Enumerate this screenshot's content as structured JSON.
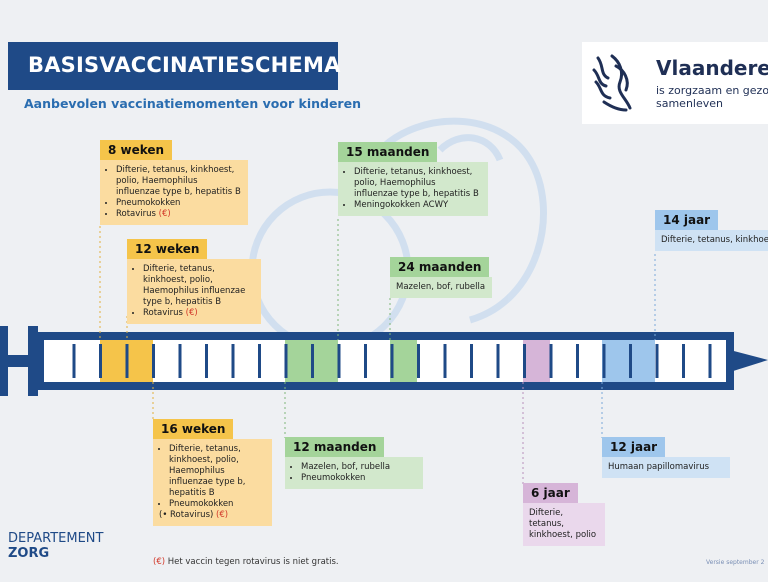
{
  "title": "BASISVACCINATIESCHEMA",
  "subtitle": "Aanbevolen vaccinatiemomenten voor kinderen",
  "logo": {
    "name": "Vlaanderen",
    "tagline": "is zorgzaam en gezond samenleven"
  },
  "milestones": {
    "w8": {
      "label": "8 weken",
      "items": [
        "Difterie, tetanus, kinkhoest, polio, Haemophilus influenzae type b, hepatitis B",
        "Pneumokokken",
        "Rotavirus"
      ],
      "note": "(€)"
    },
    "w12": {
      "label": "12 weken",
      "items": [
        "Difterie, tetanus, kinkhoest, polio, Haemophilus influenzae type b, hepatitis B",
        "Rotavirus"
      ],
      "note": "(€)"
    },
    "w16": {
      "label": "16 weken",
      "items": [
        "Difterie, tetanus, kinkhoest, polio, Haemophilus influenzae type b, hepatitis B",
        "Pneumokokken"
      ],
      "extra": "(• Rotavirus)",
      "note": "(€)"
    },
    "m12": {
      "label": "12 maanden",
      "items": [
        "Mazelen, bof, rubella",
        "Pneumokokken"
      ]
    },
    "m15": {
      "label": "15 maanden",
      "items": [
        "Difterie, tetanus, kinkhoest, polio, Haemophilus influenzae type b, hepatitis B",
        "Meningokokken ACWY"
      ]
    },
    "m24": {
      "label": "24 maanden",
      "text": "Mazelen, bof, rubella"
    },
    "y6": {
      "label": "6 jaar",
      "text": "Difterie, tetanus, kinkhoest, polio"
    },
    "y12": {
      "label": "12 jaar",
      "text": "Humaan papillomavirus"
    },
    "y14": {
      "label": "14 jaar",
      "text": "Difterie, tetanus, kinkhoest"
    }
  },
  "department": {
    "line1": "DEPARTEMENT",
    "line2": "ZORG"
  },
  "footnote": {
    "symbol": "(€)",
    "text": "Het vaccin tegen rotavirus is niet gratis."
  },
  "version": "Versie september 2",
  "colors": {
    "navy": "#1f4a87",
    "yellow": "#f5c44a",
    "green": "#a4d49a",
    "blue": "#9ec6ec",
    "purple": "#d6b5d8",
    "euro": "#d23a2b"
  }
}
